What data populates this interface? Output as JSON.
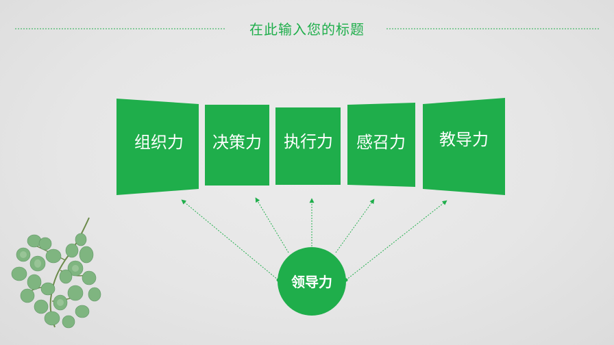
{
  "title": "在此输入您的标题",
  "colors": {
    "accent": "#1fae4b",
    "accent_dark": "#18a043",
    "background": "#e6e6e6"
  },
  "boxes": [
    {
      "label": "组织力"
    },
    {
      "label": "决策力"
    },
    {
      "label": "执行力"
    },
    {
      "label": "感召力"
    },
    {
      "label": "教导力"
    }
  ],
  "center": {
    "label": "领导力"
  },
  "decoration": {
    "icon": "eucalyptus-branch-icon"
  }
}
